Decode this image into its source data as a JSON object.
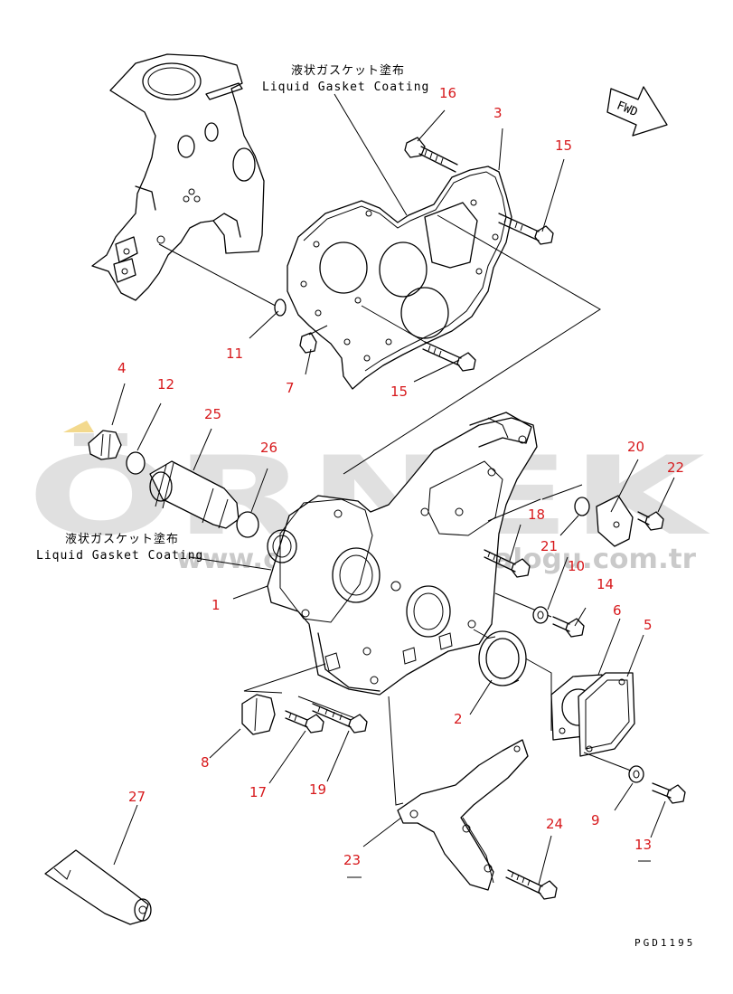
{
  "notes": {
    "top_jp": "液状ガスケット塗布",
    "top_en": "Liquid Gasket Coating",
    "left_jp": "液状ガスケット塗布",
    "left_en": "Liquid Gasket Coating"
  },
  "fwd_label": "FWD",
  "watermark": {
    "text": "ÖRNEK",
    "url": "www.ornekparcakatalogu.com.tr"
  },
  "drawing_code": "PGD1195",
  "callouts": {
    "c1": "1",
    "c2": "2",
    "c3": "3",
    "c4": "4",
    "c5": "5",
    "c6": "6",
    "c7": "7",
    "c8": "8",
    "c9": "9",
    "c10": "10",
    "c11": "11",
    "c12": "12",
    "c13": "13",
    "c14": "14",
    "c15a": "15",
    "c15b": "15",
    "c16": "16",
    "c17": "17",
    "c18": "18",
    "c19": "19",
    "c20": "20",
    "c21": "21",
    "c22": "22",
    "c23": "23",
    "c24": "24",
    "c25": "25",
    "c26": "26",
    "c27": "27"
  }
}
